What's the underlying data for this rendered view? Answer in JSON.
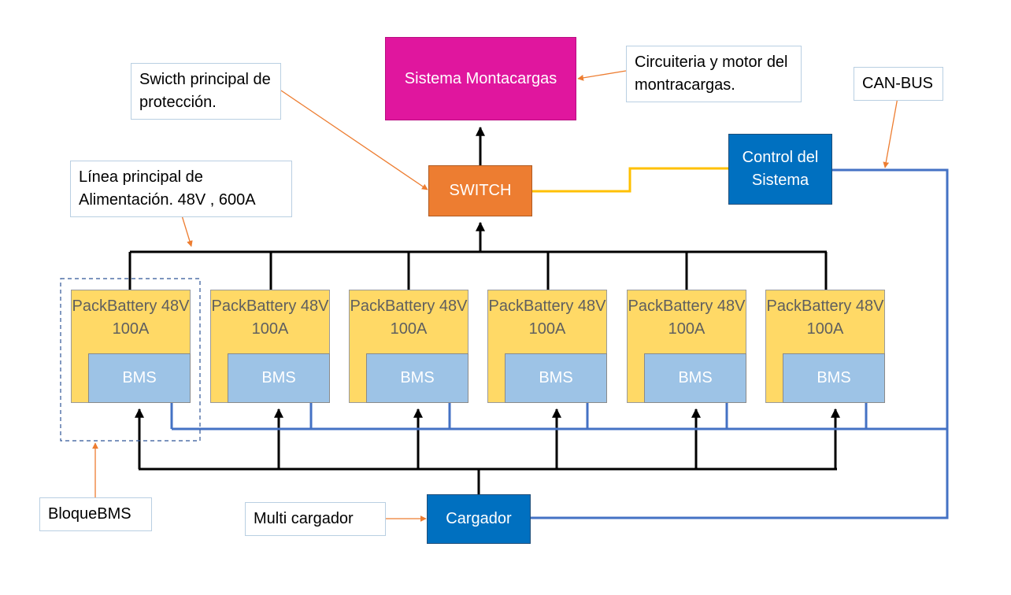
{
  "nodes": {
    "sistema": "Sistema Montacargas",
    "switch": "SWITCH",
    "control": "Control del Sistema",
    "cargador": "Cargador"
  },
  "notes": {
    "circuiteria": "Circuiteria y motor del montracargas.",
    "switch_note": "Swicth principal de protección.",
    "linea": "Línea principal de Alimentación. 48V , 600A",
    "canbus": "CAN-BUS",
    "bloque": "BloqueBMS",
    "multi": "Multi cargador"
  },
  "packs": [
    {
      "title": "PackBattery 48V 100A",
      "bms": "BMS"
    },
    {
      "title": "PackBattery 48V 100A",
      "bms": "BMS"
    },
    {
      "title": "PackBattery 48V 100A",
      "bms": "BMS"
    },
    {
      "title": "PackBattery 48V 100A",
      "bms": "BMS"
    },
    {
      "title": "PackBattery 48V 100A",
      "bms": "BMS"
    },
    {
      "title": "PackBattery 48V 100A",
      "bms": "BMS"
    }
  ],
  "colors": {
    "sistema": "#e0169e",
    "switch": "#ed7d31",
    "blue_box": "#0070c0",
    "pack": "#ffd966",
    "bms": "#9dc3e6",
    "canbus_line": "#4472c4",
    "control_line": "#ffc000",
    "note_arrow": "#ed7d31"
  }
}
